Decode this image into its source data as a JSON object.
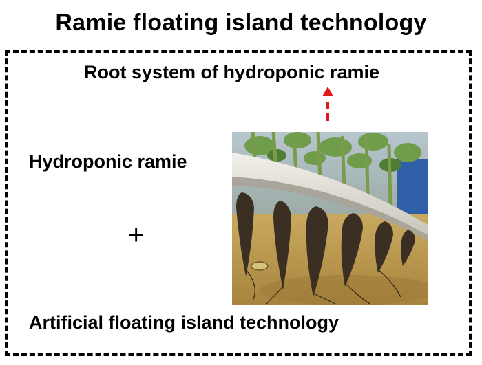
{
  "title": "Ramie floating island technology",
  "labels": {
    "root_system": "Root system of hydroponic ramie",
    "hydroponic": "Hydroponic ramie",
    "plus": "+",
    "artificial": "Artificial floating island technology"
  },
  "colors": {
    "arrow": "#e0191b",
    "frame": "#000000",
    "text": "#000000"
  },
  "icons": {
    "arrow": "dashed-up-arrow",
    "photo": "hydroponic-ramie-roots-photo"
  }
}
